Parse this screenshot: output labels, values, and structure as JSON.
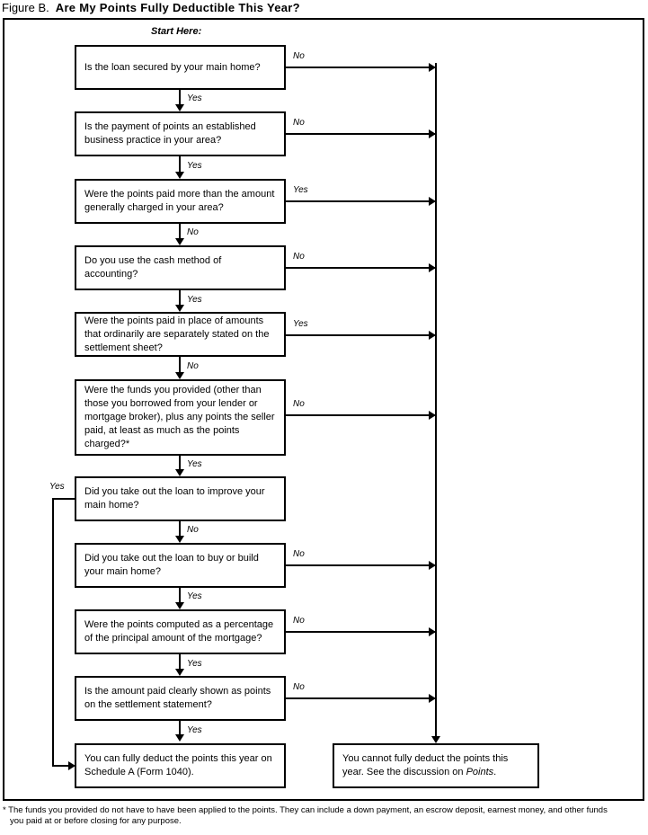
{
  "figure": {
    "label": "Figure B.",
    "title": "Are My Points Fully Deductible This Year?",
    "start_label": "Start Here:"
  },
  "nodes": [
    {
      "id": "q1",
      "text": "Is the loan secured by your main home?"
    },
    {
      "id": "q2",
      "text": "Is the payment of points an established business practice in your area?"
    },
    {
      "id": "q3",
      "text": "Were the points paid more than the amount generally charged in your area?"
    },
    {
      "id": "q4",
      "text": "Do you use the cash method of accounting?"
    },
    {
      "id": "q5",
      "text": "Were the points paid in place of amounts that ordinarily are separately stated on the settlement sheet?"
    },
    {
      "id": "q6",
      "text": "Were the funds you provided (other than those you borrowed from your lender or mortgage broker), plus any points the seller paid, at least as much as the points charged?*"
    },
    {
      "id": "q7",
      "text": "Did you take out the loan to improve your main home?"
    },
    {
      "id": "q8",
      "text": "Did you take out the loan to buy or build your main home?"
    },
    {
      "id": "q9",
      "text": "Were the points computed as a percentage of the principal amount of the mortgage?"
    },
    {
      "id": "q10",
      "text": "Is the amount paid clearly shown as points on the settlement statement?"
    }
  ],
  "terminals": {
    "yes_outcome_part1": "You can fully deduct the points this year on Schedule A (Form 1040).",
    "no_outcome_part1": "You cannot fully deduct the points this year. See the discussion on ",
    "no_outcome_italic": "Points",
    "no_outcome_part2": "."
  },
  "edge_labels": {
    "q1_down": "Yes",
    "q1_right": "No",
    "q2_down": "Yes",
    "q2_right": "No",
    "q3_down": "No",
    "q3_right": "Yes",
    "q4_down": "Yes",
    "q4_right": "No",
    "q5_down": "No",
    "q5_right": "Yes",
    "q6_down": "Yes",
    "q6_right": "No",
    "q7_down": "No",
    "q7_left": "Yes",
    "q8_down": "Yes",
    "q8_right": "No",
    "q9_down": "Yes",
    "q9_right": "No",
    "q10_down": "Yes",
    "q10_right": "No"
  },
  "footnote": {
    "marker": "*",
    "line1": "The funds you provided do not have to have been applied to the points. They can include a down payment, an escrow deposit, earnest money, and other funds",
    "line2": "you paid at or before closing for any purpose."
  },
  "colors": {
    "ink": "#000000",
    "paper": "#ffffff"
  }
}
